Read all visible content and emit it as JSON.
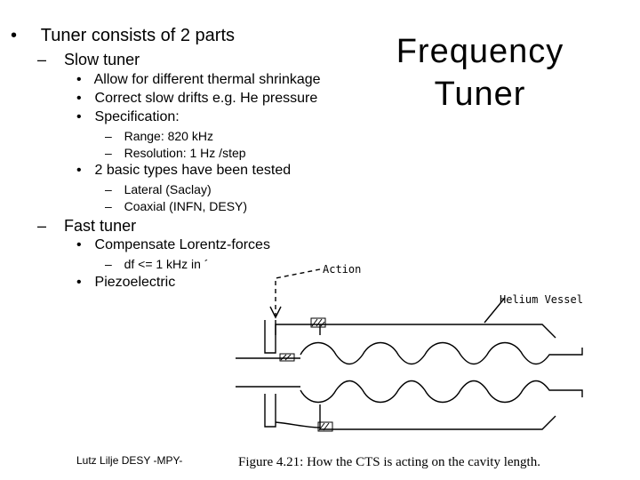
{
  "title": {
    "line1": "Frequency",
    "line2": "Tuner"
  },
  "bullets": {
    "main": "Tuner consists of 2 parts",
    "slow": {
      "heading": "Slow tuner",
      "items": [
        "Allow for different thermal shrinkage",
        "Correct slow drifts e.g. He pressure",
        "Specification:"
      ],
      "spec": [
        "Range: 820 kHz",
        "Resolution: 1 Hz /step"
      ],
      "types_heading": "2 basic types have been tested",
      "types": [
        "Lateral (Saclay)",
        "Coaxial (INFN, DESY)"
      ]
    },
    "fast": {
      "heading": "Fast tuner",
      "items": [
        "Compensate Lorentz-forces",
        "Piezoelectric"
      ],
      "sub": "df <= 1 kHz in ´"
    }
  },
  "figure": {
    "action_label": "Action",
    "vessel_label": "Helium Vessel",
    "caption": "Figure 4.21:  How the CTS is acting on the cavity length."
  },
  "footer": "Lutz Lilje   DESY -MPY-",
  "glyphs": {
    "bullet": "•",
    "dash": "–"
  }
}
